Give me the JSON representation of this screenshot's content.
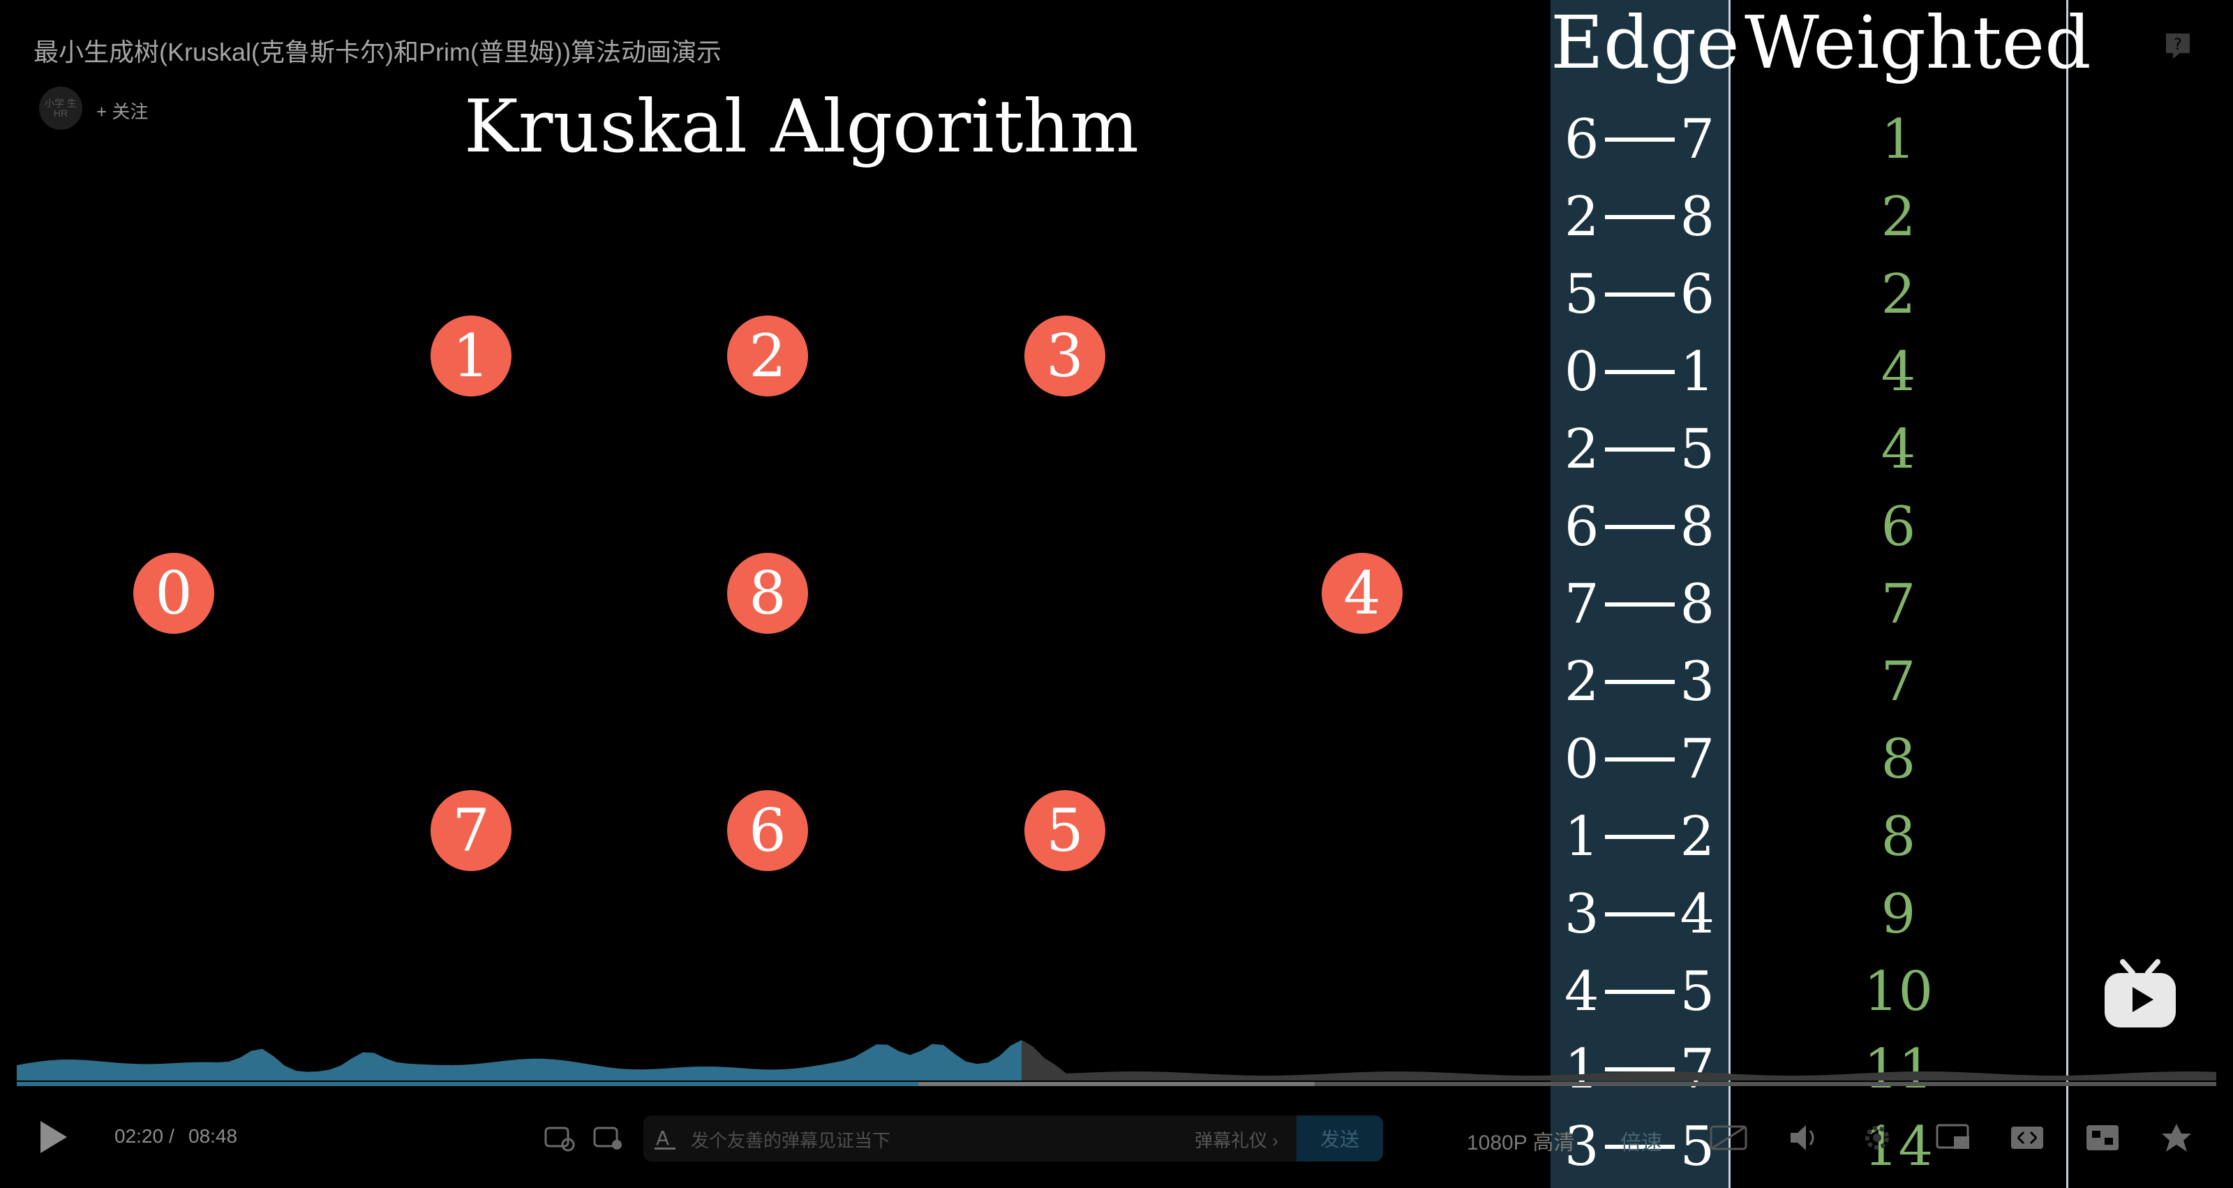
{
  "header": {
    "video_title": "最小生成树(Kruskal(克鲁斯卡尔)和Prim(普里姆))算法动画演示",
    "follow_label": "+ 关注",
    "avatar_text": "小学 生HR"
  },
  "scene": {
    "title": "Kruskal Algorithm",
    "nodes": [
      "1",
      "2",
      "3",
      "0",
      "8",
      "4",
      "7",
      "6",
      "5"
    ]
  },
  "table": {
    "edge_header": "Edge",
    "weight_header": "Weighted",
    "rows": [
      {
        "from": "6",
        "to": "7",
        "weight": "1"
      },
      {
        "from": "2",
        "to": "8",
        "weight": "2"
      },
      {
        "from": "5",
        "to": "6",
        "weight": "2"
      },
      {
        "from": "0",
        "to": "1",
        "weight": "4"
      },
      {
        "from": "2",
        "to": "5",
        "weight": "4"
      },
      {
        "from": "6",
        "to": "8",
        "weight": "6"
      },
      {
        "from": "7",
        "to": "8",
        "weight": "7"
      },
      {
        "from": "2",
        "to": "3",
        "weight": "7"
      },
      {
        "from": "0",
        "to": "7",
        "weight": "8"
      },
      {
        "from": "1",
        "to": "2",
        "weight": "8"
      },
      {
        "from": "3",
        "to": "4",
        "weight": "9"
      },
      {
        "from": "4",
        "to": "5",
        "weight": "10"
      },
      {
        "from": "1",
        "to": "7",
        "weight": "11"
      },
      {
        "from": "3",
        "to": "5",
        "weight": "14"
      }
    ]
  },
  "player": {
    "time_current": "02:20",
    "time_separator": "/",
    "time_total": "08:48",
    "danmaku_placeholder": "发个友善的弹幕见证当下",
    "danmaku_etiquette": "弹幕礼仪 ›",
    "send_label": "发送",
    "quality_label": "1080P 高清",
    "speed_label": "倍速",
    "progress": 0.41,
    "colors": {
      "played": "#2e6f8e",
      "node": "#f26450",
      "weight_text": "#82b36a"
    }
  }
}
